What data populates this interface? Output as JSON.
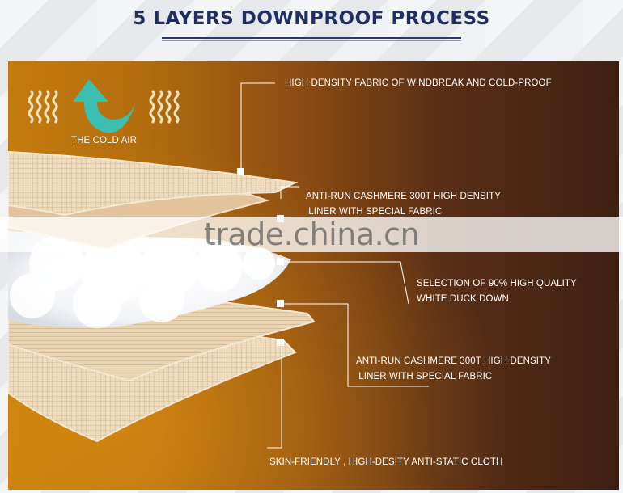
{
  "title": "5 LAYERS  DOWNPROOF PROCESS",
  "cold_air_label": "THE COLD AIR",
  "layers": [
    {
      "lines": [
        "HIGH DENSITY FABRIC OF WINDBREAK AND COLD-PROOF"
      ]
    },
    {
      "lines": [
        "ANTI-RUN CASHMERE 300T HIGH DENSITY",
        " LINER WITH SPECIAL FABRIC"
      ]
    },
    {
      "lines": [
        "SELECTION OF 90% HIGH QUALITY",
        "WHITE DUCK DOWN"
      ]
    },
    {
      "lines": [
        "ANTI-RUN CASHMERE 300T HIGH DENSITY",
        " LINER WITH SPECIAL FABRIC"
      ]
    },
    {
      "lines": [
        "SKIN-FRIENDLY , HIGH-DESITY ANTI-STATIC CLOTH"
      ]
    }
  ],
  "watermark": "trade.china.cn",
  "colors": {
    "title": "#1f2f63",
    "arrow": "#3bbfb0",
    "leader": "#ffffff",
    "fabric": "#e7c9a0"
  },
  "icons": [
    "wave-icon",
    "curved-arrow-icon",
    "wave-icon"
  ]
}
